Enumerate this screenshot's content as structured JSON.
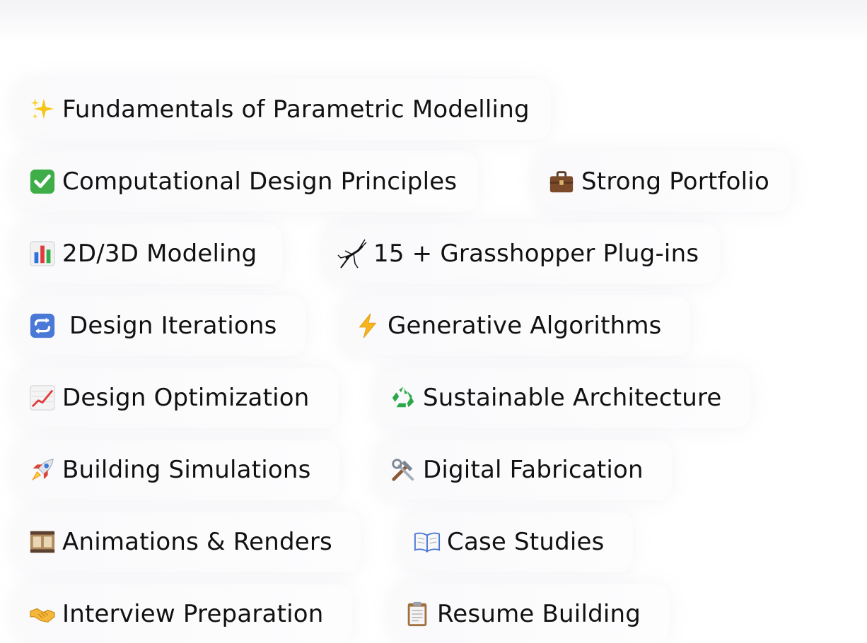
{
  "skills": [
    [
      {
        "icon": "sparkles-icon",
        "label": "Fundamentals of Parametric Modelling"
      }
    ],
    [
      {
        "icon": "check-mark-icon",
        "label": "Computational Design Principles"
      },
      {
        "icon": "briefcase-icon",
        "label": "Strong Portfolio"
      }
    ],
    [
      {
        "icon": "bar-chart-icon",
        "label": "2D/3D Modeling"
      },
      {
        "icon": "grasshopper-icon",
        "label": "15 + Grasshopper Plug-ins"
      }
    ],
    [
      {
        "icon": "repeat-arrows-icon",
        "label": "Design Iterations"
      },
      {
        "icon": "lightning-icon",
        "label": "Generative Algorithms"
      }
    ],
    [
      {
        "icon": "trending-up-icon",
        "label": "Design Optimization"
      },
      {
        "icon": "recycle-icon",
        "label": "Sustainable Architecture"
      }
    ],
    [
      {
        "icon": "rocket-icon",
        "label": "Building Simulations"
      },
      {
        "icon": "tools-icon",
        "label": "Digital Fabrication"
      }
    ],
    [
      {
        "icon": "film-frames-icon",
        "label": "Animations & Renders"
      },
      {
        "icon": "open-book-icon",
        "label": "Case Studies"
      }
    ],
    [
      {
        "icon": "handshake-icon",
        "label": "Interview Preparation"
      },
      {
        "icon": "clipboard-icon",
        "label": "Resume Building"
      }
    ]
  ]
}
